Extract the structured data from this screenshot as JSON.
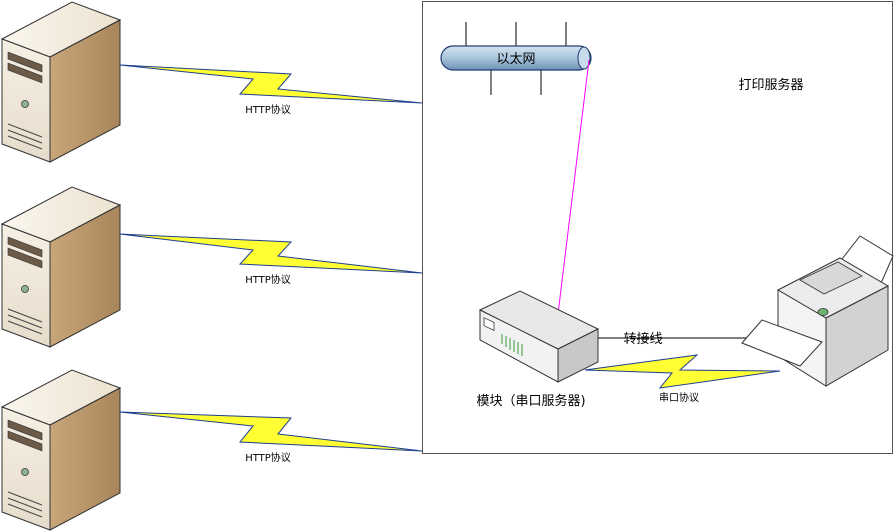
{
  "diagram": {
    "print_server_label": "打印服务器",
    "ethernet_label": "以太网",
    "adapter_cable_label": "转接线",
    "module_label": "模块（串口服务器)",
    "serial_link_label": "串口协议",
    "servers": [
      {
        "link_label": "HTTP协议"
      },
      {
        "link_label": "HTTP协议"
      },
      {
        "link_label": "HTTP协议"
      }
    ]
  },
  "colors": {
    "lightning": "#ffff33",
    "lightning_edge": "#1f3f8f",
    "ethernet_bar": "#a8c4dc",
    "magenta_link": "#ff00ff"
  }
}
